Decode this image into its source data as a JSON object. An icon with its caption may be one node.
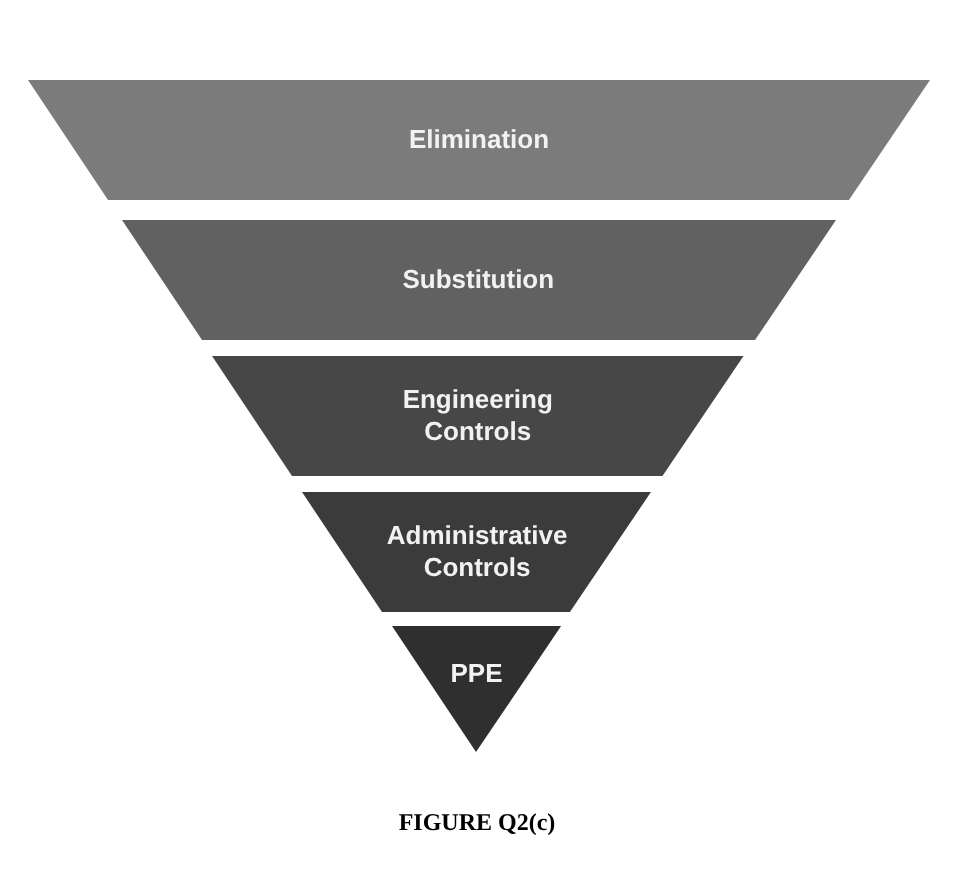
{
  "diagram": {
    "caption": "FIGURE Q2(c)",
    "nodes": [
      {
        "text": [
          "Elimination"
        ]
      },
      {
        "text": [
          "Substitution"
        ]
      },
      {
        "text": [
          "Engineering Controls"
        ]
      },
      {
        "text": [
          "Administrative Controls"
        ]
      },
      {
        "text": [
          "PPE"
        ]
      }
    ],
    "edges": []
  }
}
